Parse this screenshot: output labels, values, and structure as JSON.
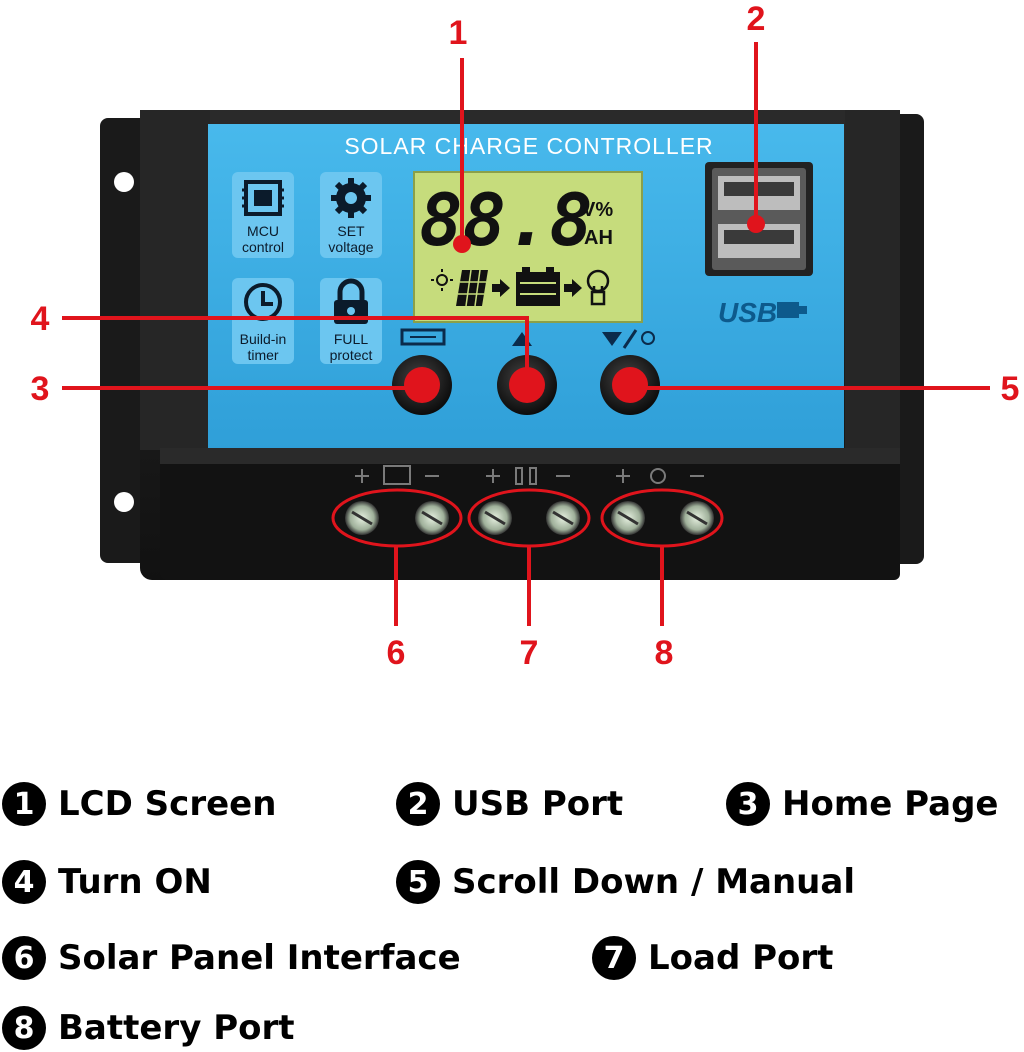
{
  "device": {
    "title": "SOLAR CHARGE CONTROLLER",
    "lcd_digits": "88.8",
    "lcd_unit_top": "V%",
    "lcd_unit_bottom": "AH",
    "usb_label": "USB",
    "features": [
      {
        "icon": "chip-icon",
        "line1": "MCU",
        "line2": "control"
      },
      {
        "icon": "gear-icon",
        "line1": "SET",
        "line2": "voltage"
      },
      {
        "icon": "clock-icon",
        "line1": "Build-in",
        "line2": "timer"
      },
      {
        "icon": "lock-icon",
        "line1": "FULL",
        "line2": "protect"
      }
    ]
  },
  "callouts": [
    "1",
    "2",
    "3",
    "4",
    "5",
    "6",
    "7",
    "8"
  ],
  "legend": [
    {
      "num": "1",
      "label": "LCD Screen"
    },
    {
      "num": "2",
      "label": "USB Port"
    },
    {
      "num": "3",
      "label": "Home Page"
    },
    {
      "num": "4",
      "label": "Turn ON"
    },
    {
      "num": "5",
      "label": "Scroll Down / Manual"
    },
    {
      "num": "6",
      "label": "Solar Panel Interface"
    },
    {
      "num": "7",
      "label": "Load Port"
    },
    {
      "num": "8",
      "label": "Battery Port"
    }
  ],
  "colors": {
    "accent": "#e0141c",
    "panel_blue": "#3db1e6",
    "lcd_green": "#c6dc7c",
    "casing": "#1c1c1c"
  }
}
